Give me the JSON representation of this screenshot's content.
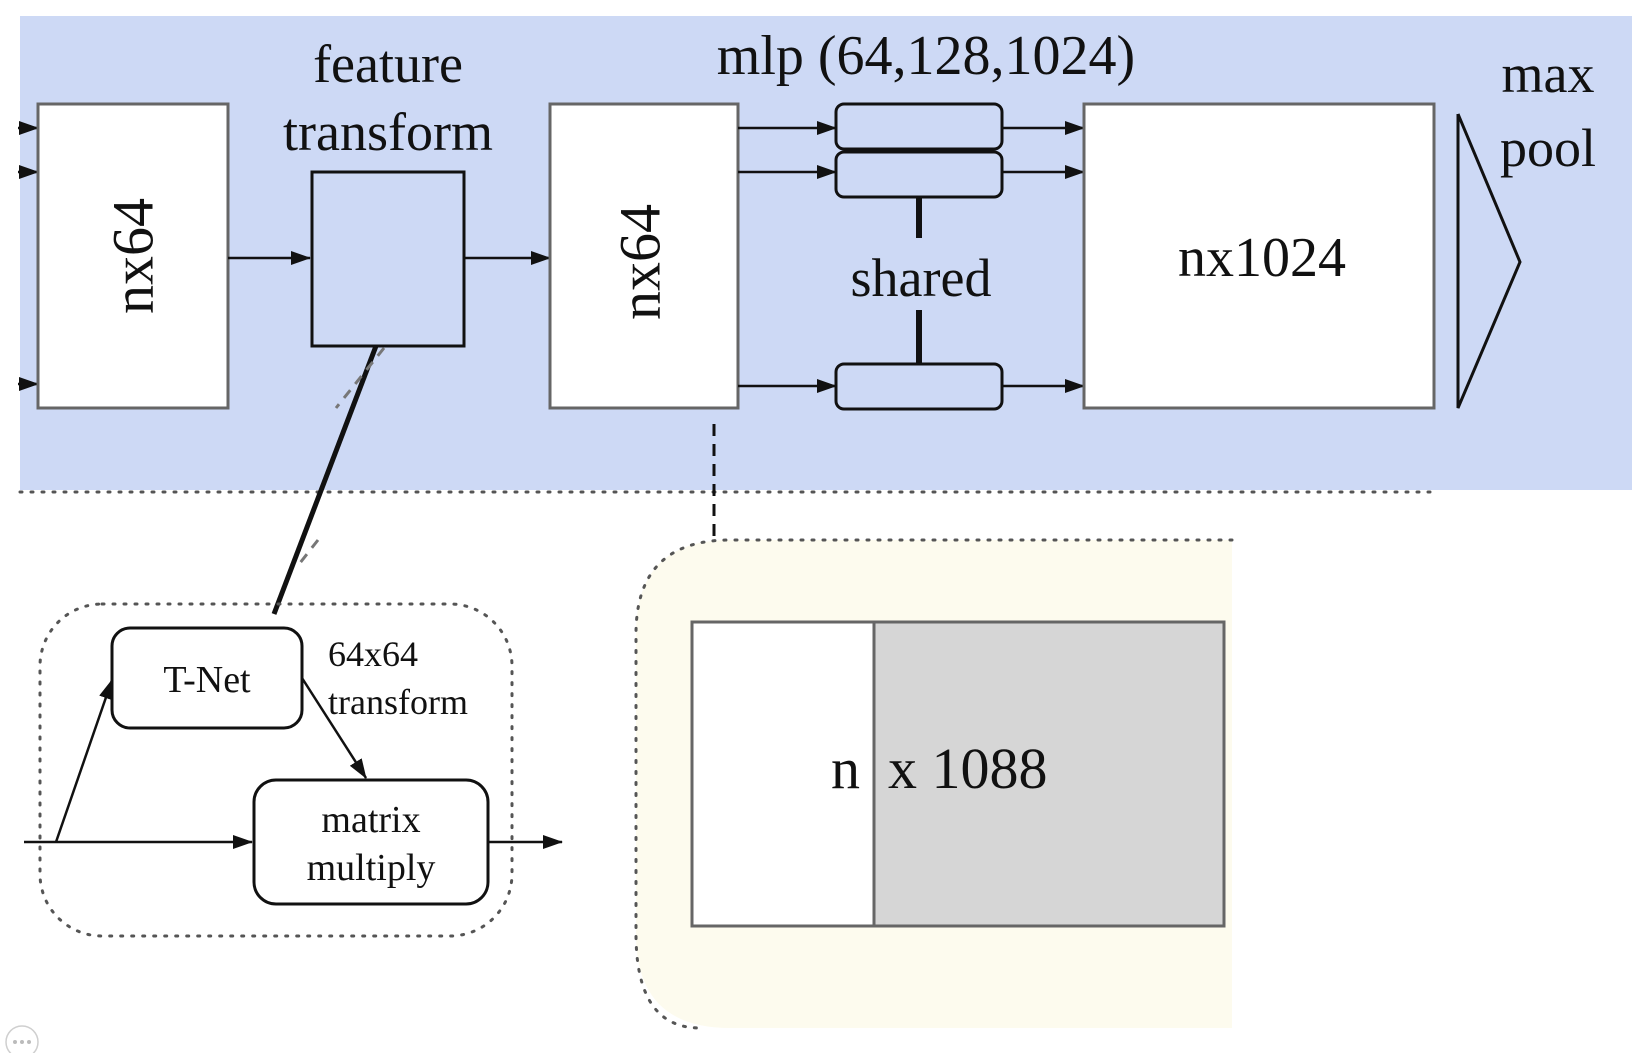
{
  "top_panel": {
    "block1_label": "nx64",
    "feature_transform_label_line1": "feature",
    "feature_transform_label_line2": "transform",
    "block2_label": "nx64",
    "mlp_label": "mlp (64,128,1024)",
    "shared_label": "shared",
    "block3_label": "nx1024",
    "maxpool_label_line1": "max",
    "maxpool_label_line2": "pool"
  },
  "tnet_panel": {
    "tnet_label": "T-Net",
    "transform_label_line1": "64x64",
    "transform_label_line2": "transform",
    "matrix_label_line1": "matrix",
    "matrix_label_line2": "multiply"
  },
  "concat_panel": {
    "n_label": "n",
    "dim_label": "x 1088"
  },
  "colors": {
    "top_panel_fill": "#cdd9f5",
    "concat_panel_fill": "#fdfbee",
    "concat_gray_fill": "#d6d6d6",
    "box_stroke": "#666666"
  },
  "icons": {
    "corner_icon": "more-dots-icon"
  }
}
